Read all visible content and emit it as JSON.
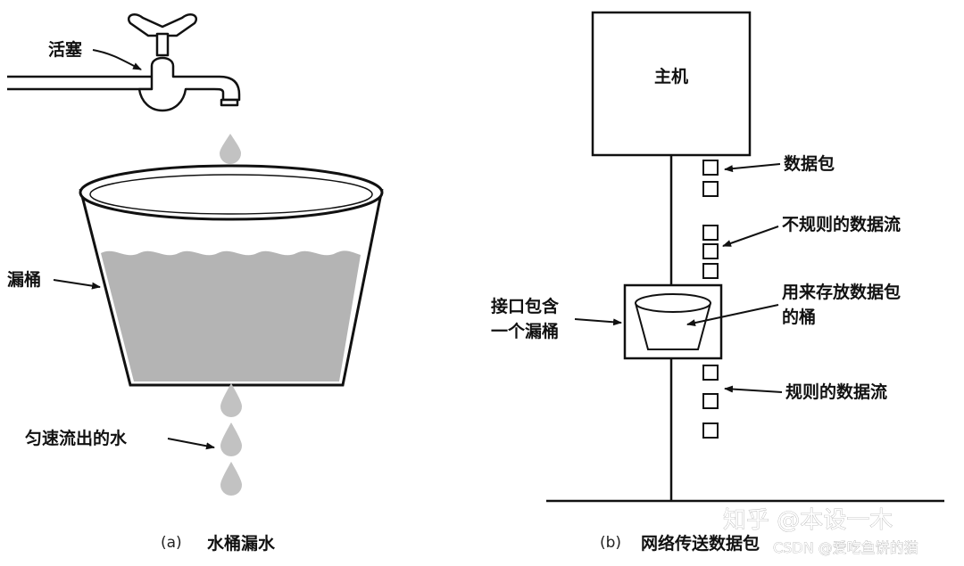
{
  "left_panel": {
    "faucet_label": "活塞",
    "bucket_label": "漏桶",
    "outflow_label": "匀速流出的水",
    "caption_index": "(a)",
    "caption_text": "水桶漏水"
  },
  "right_panel": {
    "host_label": "主机",
    "packet_label": "数据包",
    "irregular_flow_label": "不规则的数据流",
    "interface_label_line1": "接口包含",
    "interface_label_line2": "一个漏桶",
    "bucket_label_line1": "用来存放数据包",
    "bucket_label_line2": "的桶",
    "regular_flow_label": "规则的数据流",
    "caption_index": "(b)",
    "caption_text": "网络传送数据包"
  },
  "watermarks": {
    "zhihu": "知乎 @本设一木",
    "csdn": "CSDN @爱吃鱼饼的猫"
  },
  "colors": {
    "water": "#b4b4b4",
    "line": "#111111"
  }
}
